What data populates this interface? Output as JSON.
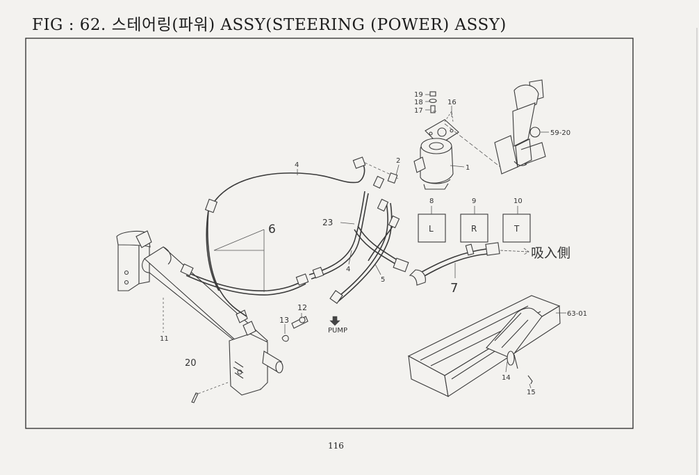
{
  "figure": {
    "title": "FIG : 62. 스테어링(파워) ASSY(STEERING (POWER) ASSY)",
    "page_number": "116"
  },
  "callouts": {
    "c1": "1",
    "c2": "2",
    "c4a": "4",
    "c4b": "4",
    "c5": "5",
    "c6": "6",
    "c7": "7",
    "c8": "8",
    "c9": "9",
    "c10": "10",
    "c11": "11",
    "c12": "12",
    "c13": "13",
    "c14": "14",
    "c15": "15",
    "c16": "16",
    "c17": "17",
    "c18": "18",
    "c19": "19",
    "c20": "20",
    "c23": "23",
    "c5920": "59-20",
    "c6301": "63-01"
  },
  "boxes": {
    "l": "L",
    "r": "R",
    "t": "T"
  },
  "labels": {
    "pump": "PUMP",
    "handwritten_note": "吸入側"
  }
}
